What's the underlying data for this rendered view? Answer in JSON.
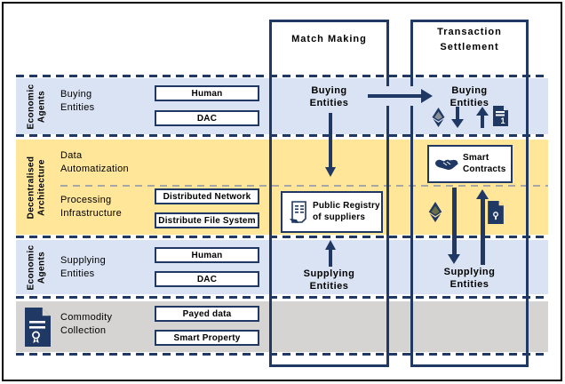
{
  "colors": {
    "navy": "#1f3864",
    "band_blue": "#dae3f3",
    "band_yellow": "#ffe699",
    "band_gray": "#d6d3d3",
    "dashed_gray": "#a6a6a6",
    "frame_black": "#000000"
  },
  "columns": [
    {
      "title": "Match Making"
    },
    {
      "title": "Transaction\nSettlement"
    }
  ],
  "side_groups": [
    {
      "label": "Economic\nAgents"
    },
    {
      "label": "Decentralised\nArchitecture"
    },
    {
      "label": "Economic\nAgents"
    }
  ],
  "rows": [
    {
      "label": "Buying\nEntities"
    },
    {
      "label": "Data\nAutomatization"
    },
    {
      "label": "Processing\nInfrastructure"
    },
    {
      "label": "Supplying\nEntities"
    },
    {
      "label": "Commodity\nCollection"
    }
  ],
  "boxes": [
    "Human",
    "DAC",
    "Distributed Network",
    "Distribute File System",
    "Human",
    "DAC",
    "Payed data",
    "Smart Property"
  ],
  "flow": {
    "mm_buying": "Buying\nEntities",
    "mm_registry": "Public Registry\nof suppliers",
    "mm_supplying": "Supplying\nEntities",
    "ts_buying": "Buying\nEntities",
    "ts_smart_contracts": "Smart\nContracts",
    "ts_supplying": "Supplying\nEntities",
    "invoice_number": "1"
  },
  "icon_names": {
    "commodity": "certificate-document-icon",
    "registry": "registry-document-icon",
    "smart_contracts": "handshake-icon",
    "currency": "ethereum-icon",
    "invoice": "invoice-document-icon",
    "locked_doc": "locked-document-icon"
  }
}
